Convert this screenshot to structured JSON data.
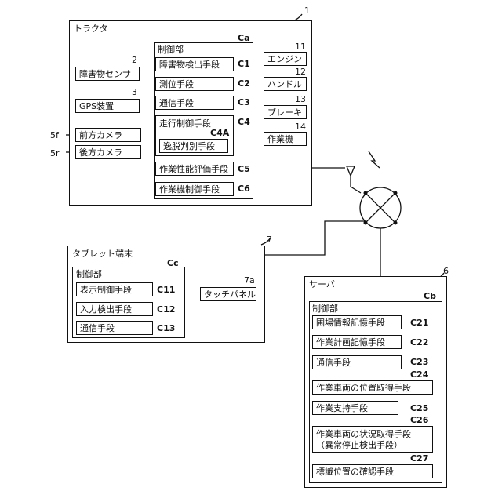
{
  "tractor": {
    "ref": "1",
    "title": "トラクタ",
    "controller": {
      "label": "制御部",
      "code": "Ca",
      "units": [
        {
          "label": "障害物検出手段",
          "code": "C1"
        },
        {
          "label": "測位手段",
          "code": "C2"
        },
        {
          "label": "通信手段",
          "code": "C3"
        },
        {
          "label": "走行制御手段",
          "code": "C4"
        },
        {
          "label": "作業性能評価手段",
          "code": "C5"
        },
        {
          "label": "作業機制御手段",
          "code": "C6"
        }
      ],
      "subunit": {
        "label": "逸脱判別手段",
        "code": "C4A"
      }
    },
    "inputs": [
      {
        "label": "障害物センサ",
        "ref": "2"
      },
      {
        "label": "GPS装置",
        "ref": "3"
      },
      {
        "label": "前方カメラ",
        "ref": "5f"
      },
      {
        "label": "後方カメラ",
        "ref": "5r"
      }
    ],
    "outputs": [
      {
        "label": "エンジン",
        "ref": "11"
      },
      {
        "label": "ハンドル",
        "ref": "12"
      },
      {
        "label": "ブレーキ",
        "ref": "13"
      },
      {
        "label": "作業機",
        "ref": "14"
      }
    ]
  },
  "tablet": {
    "ref": "7",
    "title": "タブレット端末",
    "controller": {
      "label": "制御部",
      "code": "Cc",
      "units": [
        {
          "label": "表示制御手段",
          "code": "C11"
        },
        {
          "label": "入力検出手段",
          "code": "C12"
        },
        {
          "label": "通信手段",
          "code": "C13"
        }
      ]
    },
    "touch_panel": {
      "label": "タッチパネル",
      "ref": "7a"
    }
  },
  "server": {
    "ref": "6",
    "title": "サーバ",
    "controller": {
      "label": "制御部",
      "code": "Cb",
      "units": [
        {
          "label": "圃場情報記憶手段",
          "code": "C21"
        },
        {
          "label": "作業計画記憶手段",
          "code": "C22"
        },
        {
          "label": "通信手段",
          "code": "C23"
        },
        {
          "label": "作業車両の位置取得手段",
          "code": "C24"
        },
        {
          "label": "作業支持手段",
          "code": "C25"
        },
        {
          "label": "作業車両の状況取得手段",
          "code": "C26",
          "sub": "（異常停止検出手段）"
        },
        {
          "label": "標識位置の確認手段",
          "code": "C27"
        }
      ]
    }
  }
}
